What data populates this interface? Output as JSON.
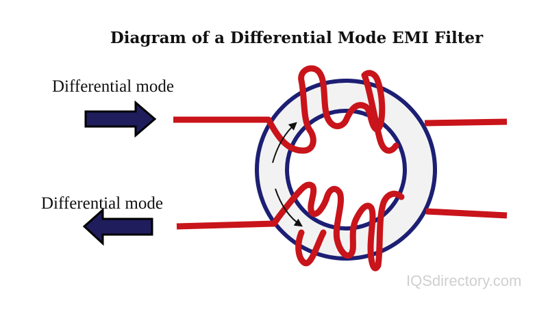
{
  "diagram": {
    "title": "Diagram of a Differential Mode EMI Filter",
    "label_top": "Differential mode",
    "label_bottom": "Differential mode",
    "watermark": "IQSdirectory.com"
  },
  "colors": {
    "wire": "#c8141a",
    "core_outline": "#1c1f73",
    "core_fill": "#f2f2f2",
    "arrow_fill": "#1f1d5c",
    "arrow_outline": "#000000",
    "flux_arrow": "#111111"
  },
  "icons": {
    "input_arrow": "arrow-right-icon",
    "output_arrow": "arrow-left-icon"
  }
}
